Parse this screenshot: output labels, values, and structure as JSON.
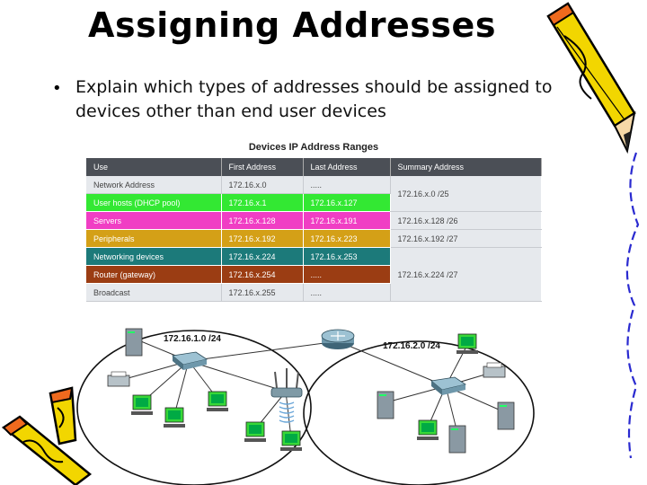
{
  "slide": {
    "title": "Assigning Addresses",
    "bullet": "Explain which types of addresses should be assigned to devices other than end user devices"
  },
  "table": {
    "title": "Devices IP Address Ranges",
    "headers": [
      "Use",
      "First Address",
      "Last Address",
      "Summary Address"
    ],
    "rows": [
      {
        "use": "Network Address",
        "first": "172.16.x.0",
        "last": ".....",
        "color": "#e6e9ed"
      },
      {
        "use": "User hosts (DHCP pool)",
        "first": "172.16.x.1",
        "last": "172.16.x.127",
        "color": "#33e833"
      },
      {
        "use": "Servers",
        "first": "172.16.x.128",
        "last": "172.16.x.191",
        "color": "#f03ec4"
      },
      {
        "use": "Peripherals",
        "first": "172.16.x.192",
        "last": "172.16.x.223",
        "color": "#d4a017"
      },
      {
        "use": "Networking devices",
        "first": "172.16.x.224",
        "last": "172.16.x.253",
        "color": "#1c7a7a"
      },
      {
        "use": "Router (gateway)",
        "first": "172.16.x.254",
        "last": ".....",
        "color": "#9b3d13"
      },
      {
        "use": "Broadcast",
        "first": "172.16.x.255",
        "last": ".....",
        "color": "#e6e9ed"
      }
    ],
    "summaries": [
      "172.16.x.0 /25",
      "172.16.x.128 /26",
      "172.16.x.192 /27",
      "172.16.x.224 /27"
    ]
  },
  "diagram": {
    "left_network": "172.16.1.0 /24",
    "right_network": "172.16.2.0 /24"
  },
  "colors": {
    "header_bg": "#4b4f56",
    "pencil_yellow": "#f2d600",
    "pencil_orange": "#ef6a1e"
  },
  "icons": [
    "pencil-decoration",
    "router-icon",
    "switch-icon",
    "wireless-ap-icon",
    "pc-icon",
    "server-icon",
    "printer-icon"
  ]
}
